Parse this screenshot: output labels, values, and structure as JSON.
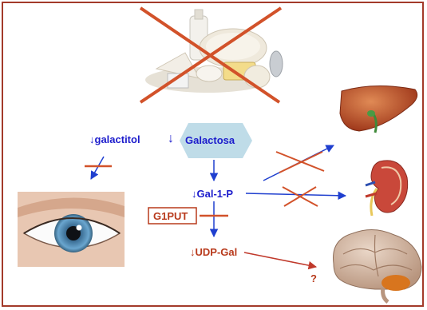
{
  "labels": {
    "galactitol": "↓galactitol",
    "galactosa_arrow": "↓",
    "galactosa": "Galactosa",
    "gal1p": "↓Gal-1-P",
    "g1put": "G1PUT",
    "udpgal": "↓UDP-Gal",
    "question": "?"
  },
  "colors": {
    "frame": "#a33a2a",
    "blue_text": "#1c1ccc",
    "red_text": "#b83a1c",
    "hexagon": "#bfdce8",
    "blue_arrow": "#1f3fcf",
    "red_mark": "#d2522a"
  }
}
